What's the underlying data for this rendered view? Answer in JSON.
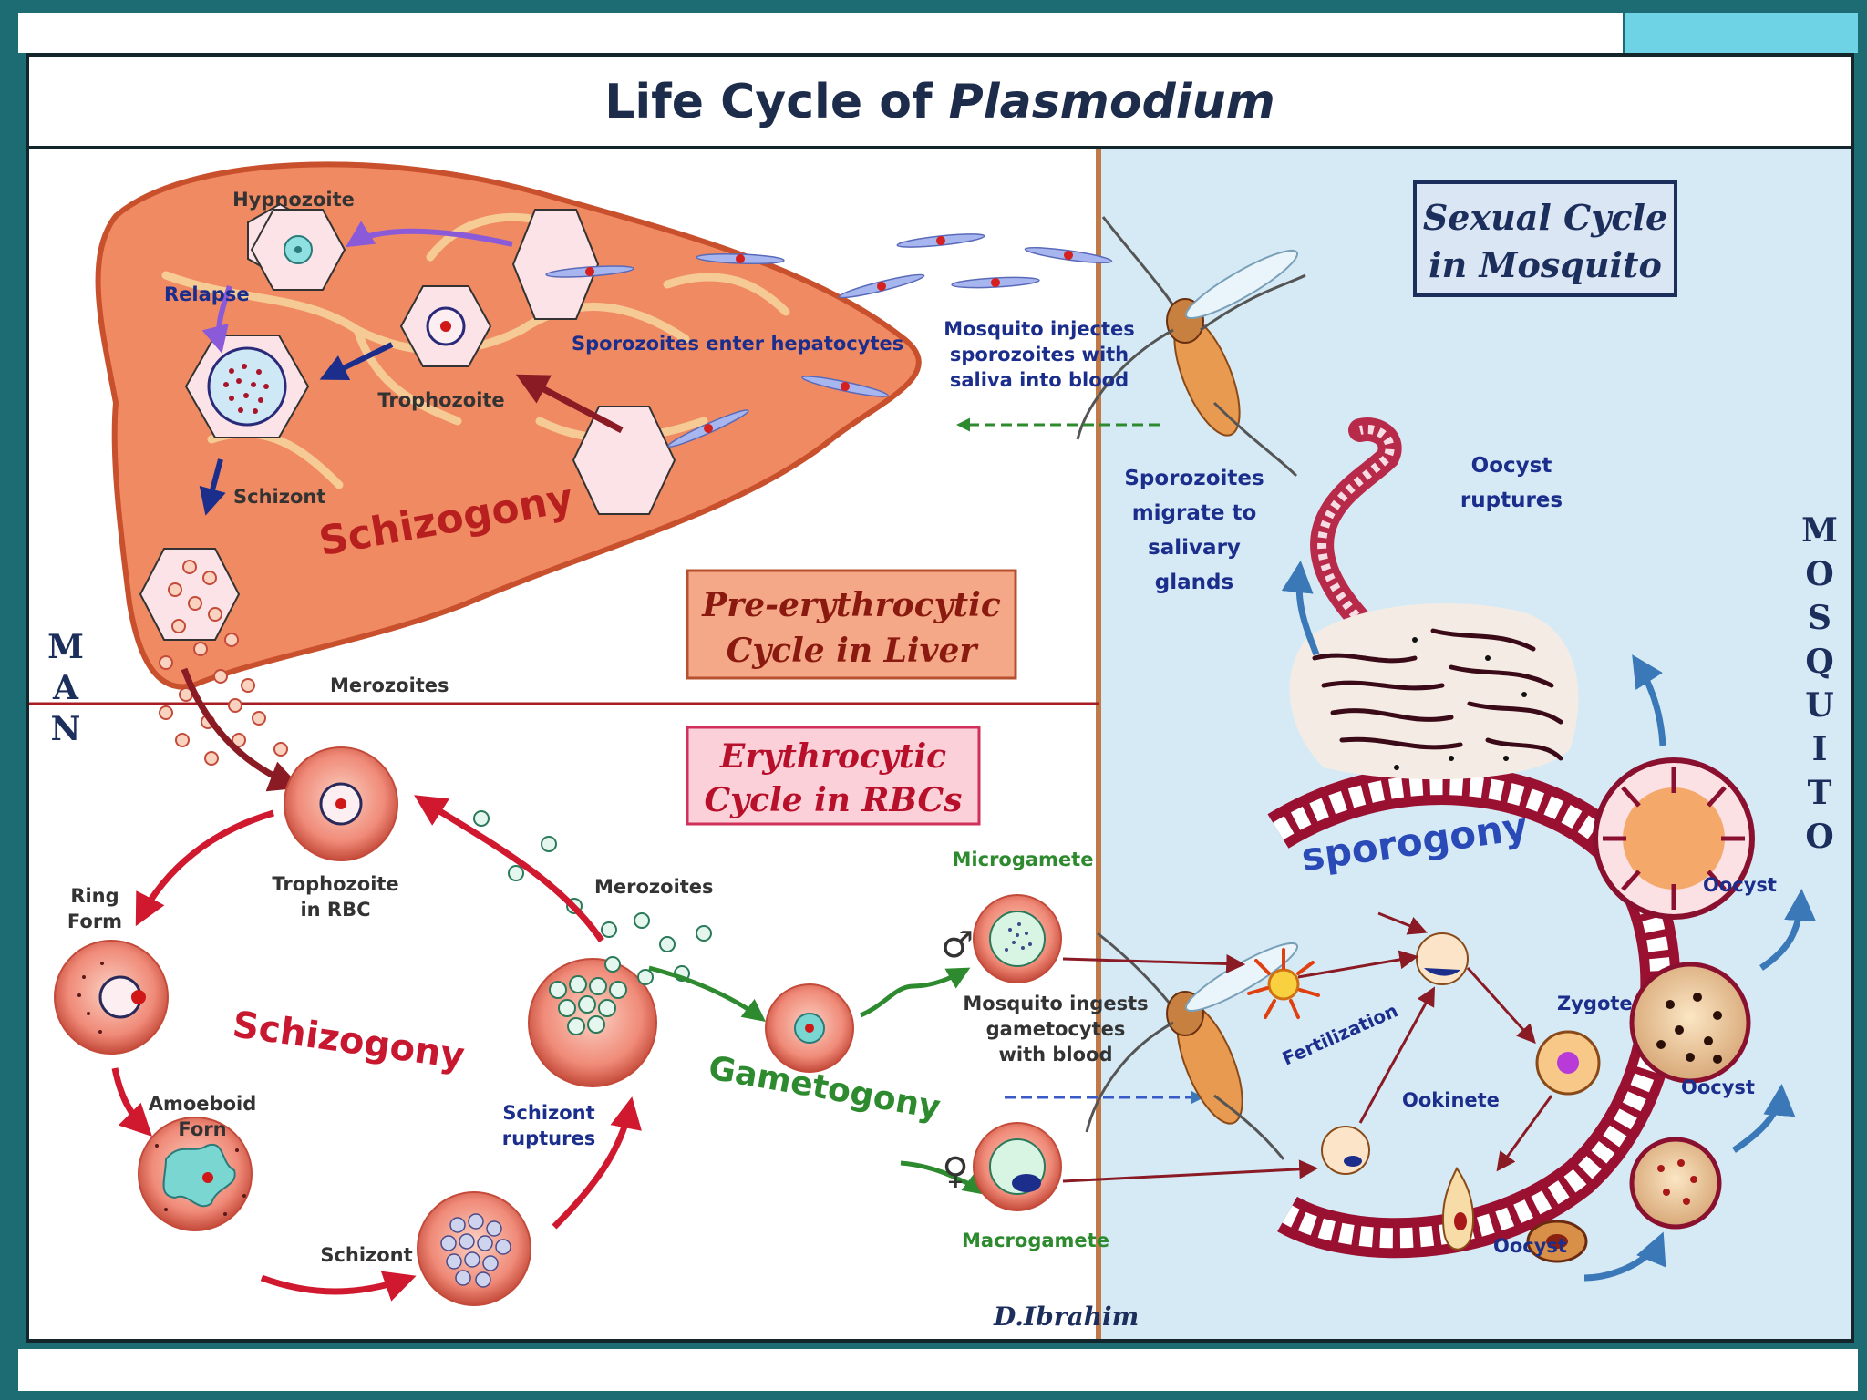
{
  "title": {
    "prefix": "Life Cycle of ",
    "italic": "Plasmodium"
  },
  "side_labels": {
    "man": "MAN",
    "mosquito": "MOSQUITO"
  },
  "boxes": {
    "sexual": [
      "Sexual Cycle",
      "in Mosquito"
    ],
    "pre_erythrocytic": [
      "Pre-erythrocytic",
      "Cycle in Liver"
    ],
    "erythrocytic": [
      "Erythrocytic",
      "Cycle in RBCs"
    ]
  },
  "liver": {
    "hypnozoite": "Hypnozoite",
    "relapse": "Relapse",
    "trophozoite": "Trophozoite",
    "schizont": "Schizont",
    "sporozoites_enter": "Sporozoites enter hepatocytes",
    "schizogony": "Schizogony",
    "merozoites": "Merozoites"
  },
  "injection": [
    "Mosquito injectes",
    "sporozoites with",
    "saliva into blood"
  ],
  "rbc": {
    "trophozoite": [
      "Trophozoite",
      "in RBC"
    ],
    "ring": [
      "Ring",
      "Form"
    ],
    "merozoites": "Merozoites",
    "schizogony": "Schizogony",
    "amoeboid": [
      "Amoeboid",
      "Forn"
    ],
    "schizont_ruptures": [
      "Schizont",
      "ruptures"
    ],
    "schizont": "Schizont",
    "gametogony": "Gametogony"
  },
  "gametes": {
    "microgamete": "Microgamete",
    "macrogamete": "Macrogamete",
    "male_symbol": "♂",
    "female_symbol": "♀",
    "ingest": [
      "Mosquito ingests",
      "gametocytes",
      "with blood"
    ]
  },
  "mosquito": {
    "sporozoites_migrate": [
      "Sporozoites",
      "migrate to",
      "salivary",
      "glands"
    ],
    "oocyst_ruptures": [
      "Oocyst",
      "ruptures"
    ],
    "sporogony": "sporogony",
    "fertilization": "Fertilization",
    "zygote": "Zygote",
    "ookinete": "Ookinete",
    "oocyst": "Oocyst"
  },
  "signature": "D.Ibrahim",
  "colors": {
    "liver_fill": "#f08a62",
    "liver_stroke": "#c8502c",
    "mosquito_bg": "#d6eaf6",
    "divider": "#c07a48",
    "red_arrow": "#d0182e",
    "green_arrow": "#2e8a2e",
    "blue_arrow": "#3a78b8",
    "dark_red": "#8a1a24",
    "navy": "#1c2e8c",
    "title": "#1d2c4a"
  }
}
